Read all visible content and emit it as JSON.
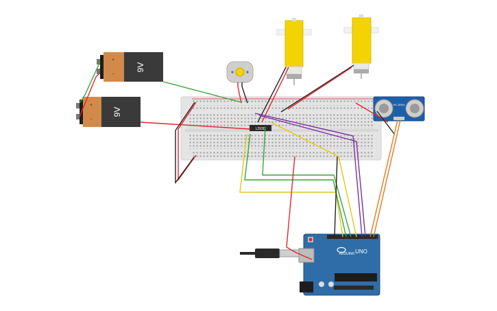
{
  "batteries": [
    {
      "label": "9V",
      "plus": "+",
      "minus": "-"
    },
    {
      "label": "9V",
      "plus": "+",
      "minus": "-"
    }
  ],
  "ultrasonic": {
    "label": "HC-SR04"
  },
  "driver": {
    "label": "L293D"
  },
  "arduino": {
    "logo": "ARDUINO",
    "model": "UNO"
  },
  "colors": {
    "wire_red": "#e0262b",
    "wire_black": "#222222",
    "wire_green": "#3aa53a",
    "wire_yellow": "#e3c51a",
    "wire_purple": "#7b2fa0",
    "wire_orange": "#e07a1b",
    "board_blue": "#2f6da8",
    "motor_yellow": "#f3d400",
    "battery_orange": "#d28a4a"
  }
}
